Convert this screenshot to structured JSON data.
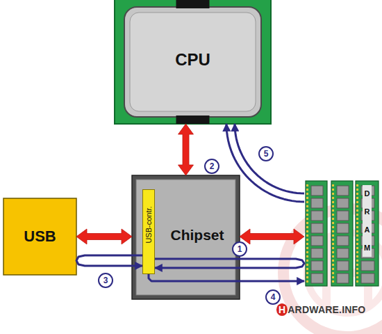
{
  "diagram": {
    "nodes": [
      {
        "text": [
          "CPU"
        ]
      },
      {
        "text": [
          "USB"
        ]
      },
      {
        "text": [
          "Chipset"
        ]
      },
      {
        "text": [
          "USB-contr."
        ],
        "in": 2
      },
      {
        "text": [
          "DRAM"
        ]
      }
    ],
    "edges": [
      {
        "from": 0,
        "to": 2,
        "arrow": "both"
      },
      {
        "from": 1,
        "to": 2,
        "arrow": "both"
      },
      {
        "from": 2,
        "to": 4,
        "arrow": "both"
      },
      {
        "from": 4,
        "to": 3,
        "arrow": "to"
      },
      {
        "from": 1,
        "to": 3,
        "arrow": "to"
      },
      {
        "from": 3,
        "to": 4,
        "arrow": "to"
      },
      {
        "from": 4,
        "to": 0,
        "arrow": "to"
      },
      {
        "from": 4,
        "to": 0,
        "arrow": "to"
      }
    ],
    "labels": [
      "1",
      "2",
      "3",
      "4",
      "5",
      "HARDWARE.INFO"
    ]
  }
}
